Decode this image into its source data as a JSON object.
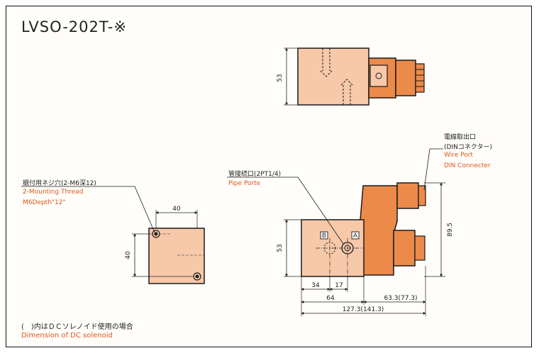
{
  "title": "LVSO-202T-※",
  "labels": {
    "wire_port_jp": "電線取出口",
    "wire_port_jp2": "(DINコネクター)",
    "wire_port_en1": "Wire Port",
    "wire_port_en2": "DIN Connecter",
    "pipe_port_jp": "管接続口(2PT1/4)",
    "pipe_port_en": "Pipe Porte",
    "mounting_jp": "据付用ネジ穴(2-M6深12)",
    "mounting_en1": "2-Mounting Thread",
    "mounting_en2": "M6Depth\"12\""
  },
  "ports": {
    "a": "A",
    "b": "B"
  },
  "dimensions": {
    "top_height": "53",
    "front_height": "53",
    "front_total_height": "89.5",
    "d34": "34",
    "d17": "17",
    "d64": "64",
    "d63": "63.3(77.3)",
    "d127": "127.3(141.3)",
    "plate_w": "40",
    "plate_h": "40"
  },
  "footnote": {
    "jp": "(　)内はＤＣソレノイド使用の場合",
    "en": "Dimension of DC solenoid"
  },
  "colors": {
    "body": "#f7c9a9",
    "solenoid": "#ec8a4a",
    "outline": "#1a1a1a",
    "accent_text": "#d9591c"
  }
}
